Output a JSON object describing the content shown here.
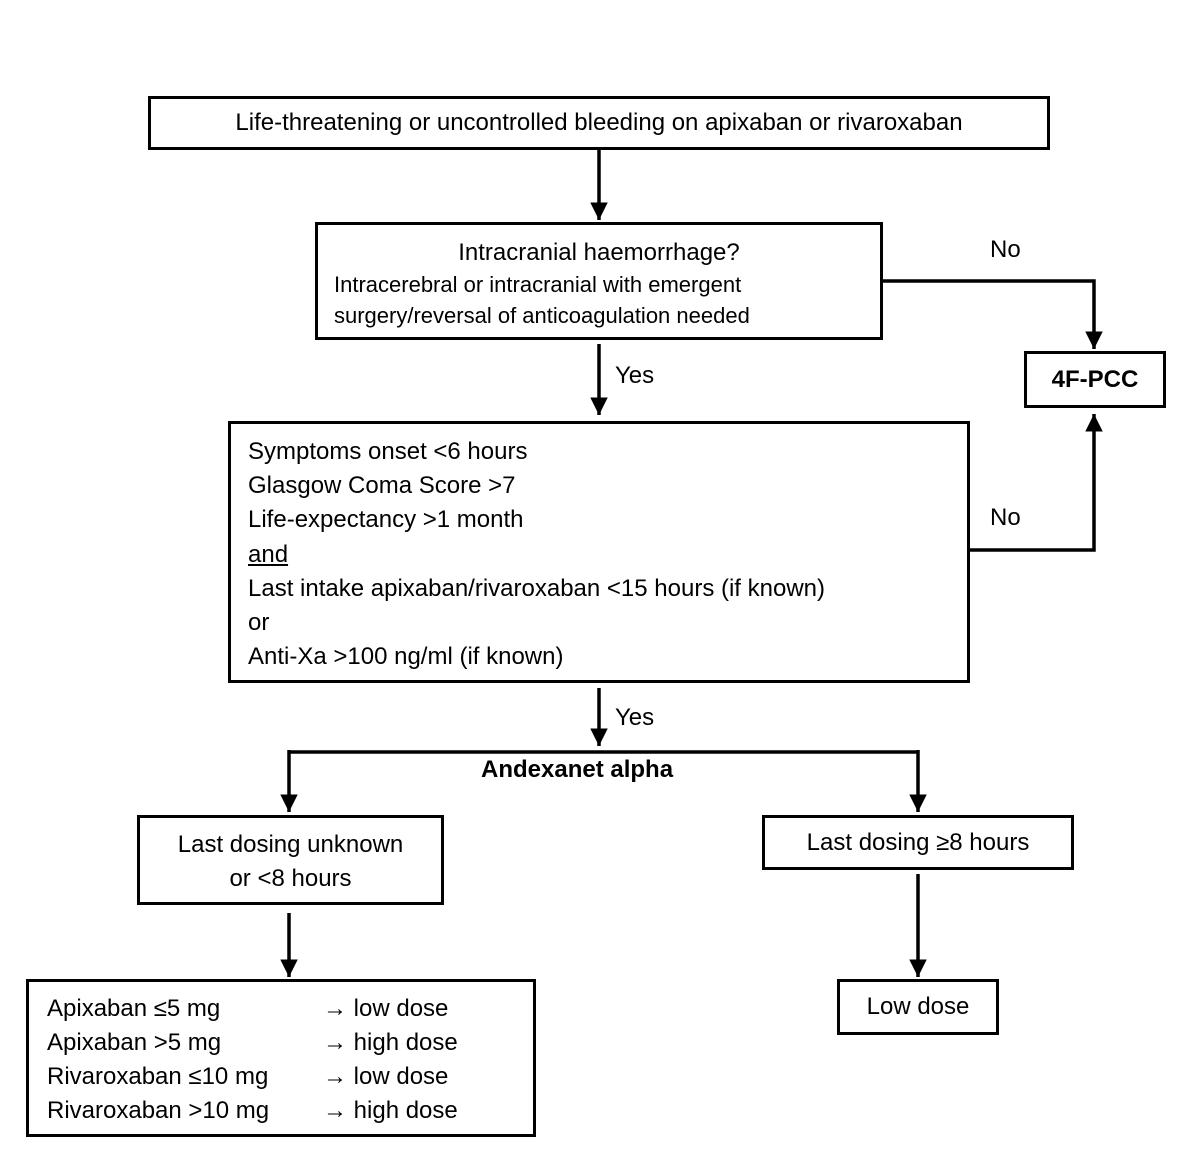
{
  "start": {
    "text": "Life-threatening or uncontrolled bleeding on apixaban or rivaroxaban"
  },
  "ich": {
    "question": "Intracranial haemorrhage?",
    "detail_1": "Intracerebral or intracranial with emergent",
    "detail_2": "surgery/reversal of anticoagulation needed"
  },
  "pcc": {
    "label": "4F-PCC"
  },
  "criteria": {
    "lines": [
      "Symptoms onset <6 hours",
      "Glasgow Coma Score >7",
      "Life-expectancy >1 month",
      "and",
      "Last intake apixaban/rivaroxaban <15 hours (if known)",
      "or",
      "Anti-Xa >100 ng/ml (if known)"
    ]
  },
  "edges": {
    "no_1": "No",
    "yes_1": "Yes",
    "no_2": "No",
    "yes_2": "Yes"
  },
  "andexanet": {
    "label": "Andexanet alpha"
  },
  "branch_left": {
    "line_1": "Last dosing unknown",
    "line_2": "or <8 hours"
  },
  "branch_right": {
    "label": "Last dosing ≥8 hours"
  },
  "dosing": {
    "rows": [
      {
        "drug": "Apixaban ≤5 mg",
        "result": "→ low dose"
      },
      {
        "drug": "Apixaban >5 mg",
        "result": "→ high dose"
      },
      {
        "drug": "Rivaroxaban ≤10 mg",
        "result": "→ low dose"
      },
      {
        "drug": "Rivaroxaban >10 mg",
        "result": "→ high dose"
      }
    ]
  },
  "low_dose": {
    "label": "Low dose"
  }
}
